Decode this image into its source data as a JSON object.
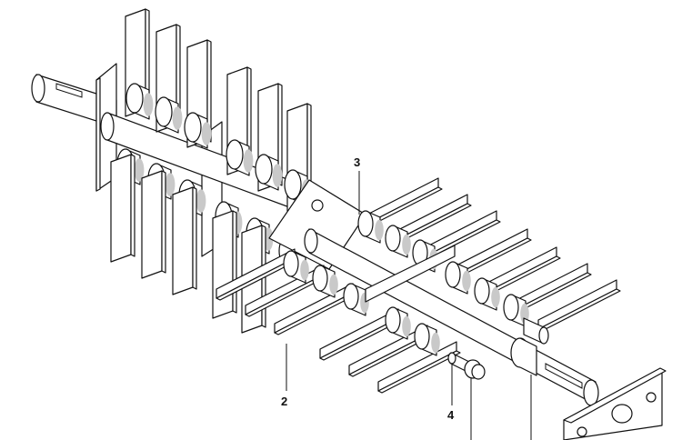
{
  "callouts": [
    {
      "id": "callout-3",
      "text": "3"
    },
    {
      "id": "callout-2",
      "text": "2"
    },
    {
      "id": "callout-4",
      "text": "4"
    }
  ],
  "colors": {
    "line": "#111111",
    "shade": "#c9c9c9",
    "paper": "#ffffff"
  }
}
